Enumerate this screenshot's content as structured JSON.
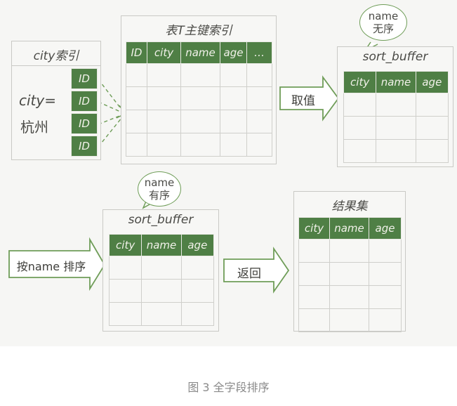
{
  "index_box": {
    "title": "city索引",
    "key_line1": "city=",
    "key_line2": "杭州",
    "ids": [
      "ID",
      "ID",
      "ID",
      "ID"
    ]
  },
  "primary_table": {
    "title": "表T主键索引",
    "headers": [
      "ID",
      "city",
      "name",
      "age",
      "…"
    ]
  },
  "sort_buffer_top": {
    "title": "sort_buffer",
    "headers": [
      "city",
      "name",
      "age"
    ],
    "bubble_line1": "name",
    "bubble_line2": "无序"
  },
  "fetch_arrow": {
    "label": "取值"
  },
  "sort_buffer_bottom": {
    "title": "sort_buffer",
    "headers": [
      "city",
      "name",
      "age"
    ],
    "bubble_line1": "name",
    "bubble_line2": "有序"
  },
  "sort_arrow": {
    "label": "按name 排序"
  },
  "return_arrow": {
    "label": "返回"
  },
  "result_set": {
    "title": "结果集",
    "headers": [
      "city",
      "name",
      "age"
    ]
  },
  "caption": "图 3 全字段排序",
  "colors": {
    "header_green": "#4f7f45",
    "arrow_green": "#6f9d58",
    "border_gray": "#c9c9c5"
  }
}
